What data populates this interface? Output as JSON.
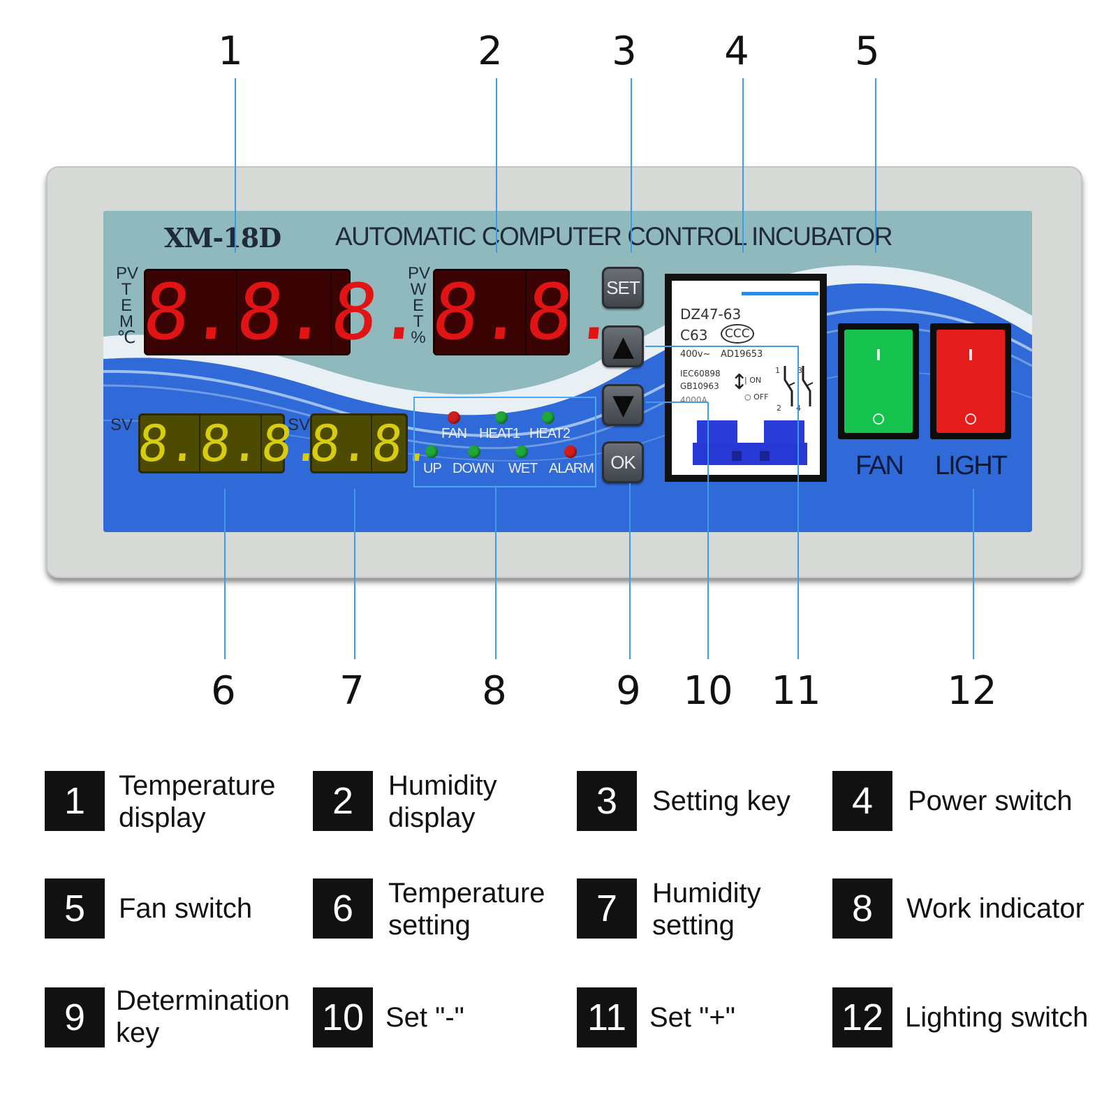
{
  "callouts_top": [
    "1",
    "2",
    "3",
    "4",
    "5"
  ],
  "callouts_bottom": [
    "6",
    "7",
    "8",
    "9",
    "10",
    "11",
    "12"
  ],
  "panel": {
    "model": "XM-18D",
    "title": "AUTOMATIC COMPUTER CONTROL INCUBATOR",
    "temp_display": {
      "side_label_pv": "PV",
      "side_label_letters": [
        "T",
        "E",
        "M",
        "℃"
      ],
      "digits": [
        "8.",
        "8.",
        "8."
      ]
    },
    "humidity_display": {
      "side_label_pv": "PV",
      "side_label_letters": [
        "W",
        "E",
        "T",
        "%"
      ],
      "digits": [
        "8.",
        "8."
      ]
    },
    "temp_setting": {
      "label": "SV",
      "digits": [
        "8.",
        "8.",
        "8."
      ]
    },
    "humidity_setting": {
      "label": "SV",
      "digits": [
        "8.",
        "8."
      ]
    },
    "keys": {
      "set": "SET",
      "up": "▲",
      "down": "▼",
      "ok": "OK"
    },
    "indicators": [
      {
        "label": "FAN",
        "color": "#d21d1d"
      },
      {
        "label": "HEAT1",
        "color": "#1fa83a"
      },
      {
        "label": "HEAT2",
        "color": "#1fa83a"
      },
      {
        "label": "UP",
        "color": "#1fa83a"
      },
      {
        "label": "DOWN",
        "color": "#1fa83a"
      },
      {
        "label": "WET",
        "color": "#1fa83a"
      },
      {
        "label": "ALARM",
        "color": "#d21d1d"
      }
    ],
    "breaker": {
      "model": "DZ47-63",
      "rating": "C63",
      "mark": "CCC",
      "voltage": "400v~",
      "cert": "AD19653",
      "std1": "IEC60898",
      "std2": "GB10963",
      "capacity": "4000A",
      "on": "ON",
      "off": "OFF",
      "pin1": "1",
      "pin2": "2",
      "pin3": "3",
      "pin4": "4"
    },
    "switches": [
      {
        "label": "FAN",
        "color": "#16c24e"
      },
      {
        "label": "LIGHT",
        "color": "#e41c1c"
      }
    ]
  },
  "legend": [
    {
      "num": "1",
      "text": "Temperature display"
    },
    {
      "num": "2",
      "text": "Humidity display"
    },
    {
      "num": "3",
      "text": "Setting key"
    },
    {
      "num": "4",
      "text": "Power switch"
    },
    {
      "num": "5",
      "text": "Fan switch"
    },
    {
      "num": "6",
      "text": "Temperature setting"
    },
    {
      "num": "7",
      "text": "Humidity setting"
    },
    {
      "num": "8",
      "text": "Work indicator"
    },
    {
      "num": "9",
      "text": "Determination key"
    },
    {
      "num": "10",
      "text": "Set \"-\""
    },
    {
      "num": "11",
      "text": "Set \"+\""
    },
    {
      "num": "12",
      "text": "Lighting switch"
    }
  ],
  "colors": {
    "panel_blue": "#2f6ad8",
    "panel_teal": "#8fb9bd",
    "leader_line": "#3d9be9"
  }
}
